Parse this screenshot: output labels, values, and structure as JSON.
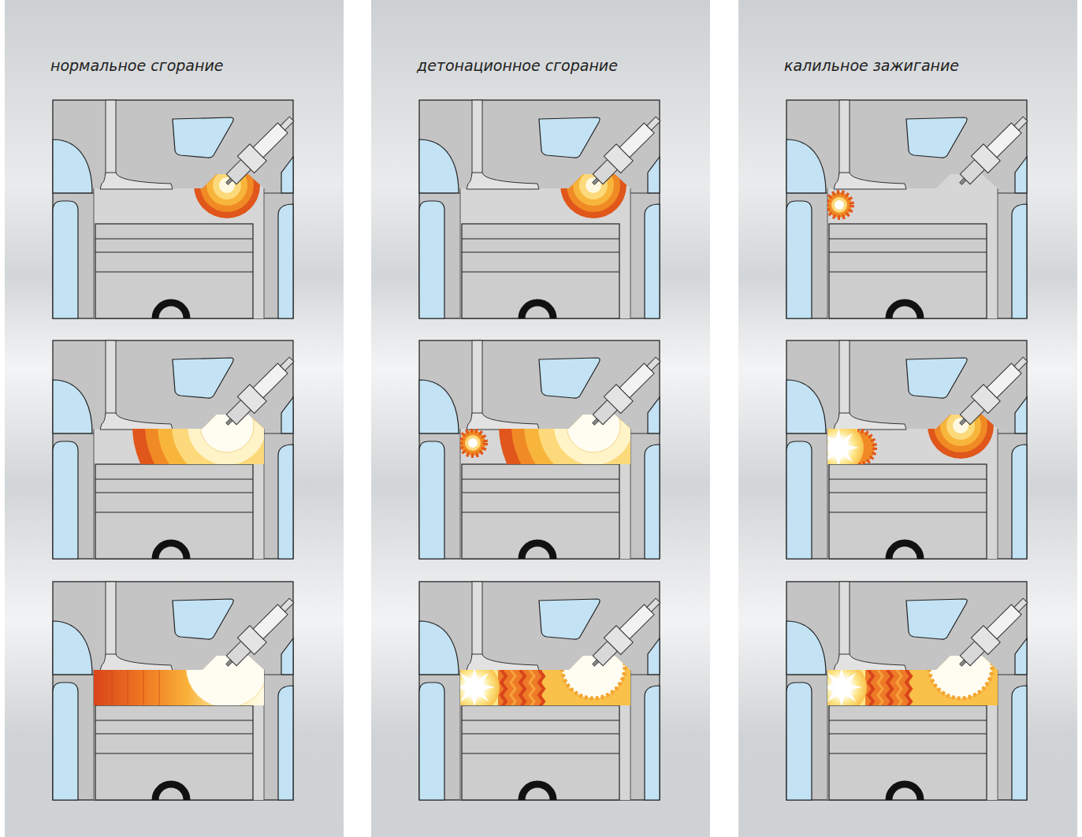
{
  "diagram": {
    "nodes": [
      {
        "text": [
          "нормальное сгорание"
        ]
      },
      {
        "text": [
          "детонационное сгорание"
        ]
      },
      {
        "text": [
          "калильное зажигание"
        ]
      }
    ]
  }
}
